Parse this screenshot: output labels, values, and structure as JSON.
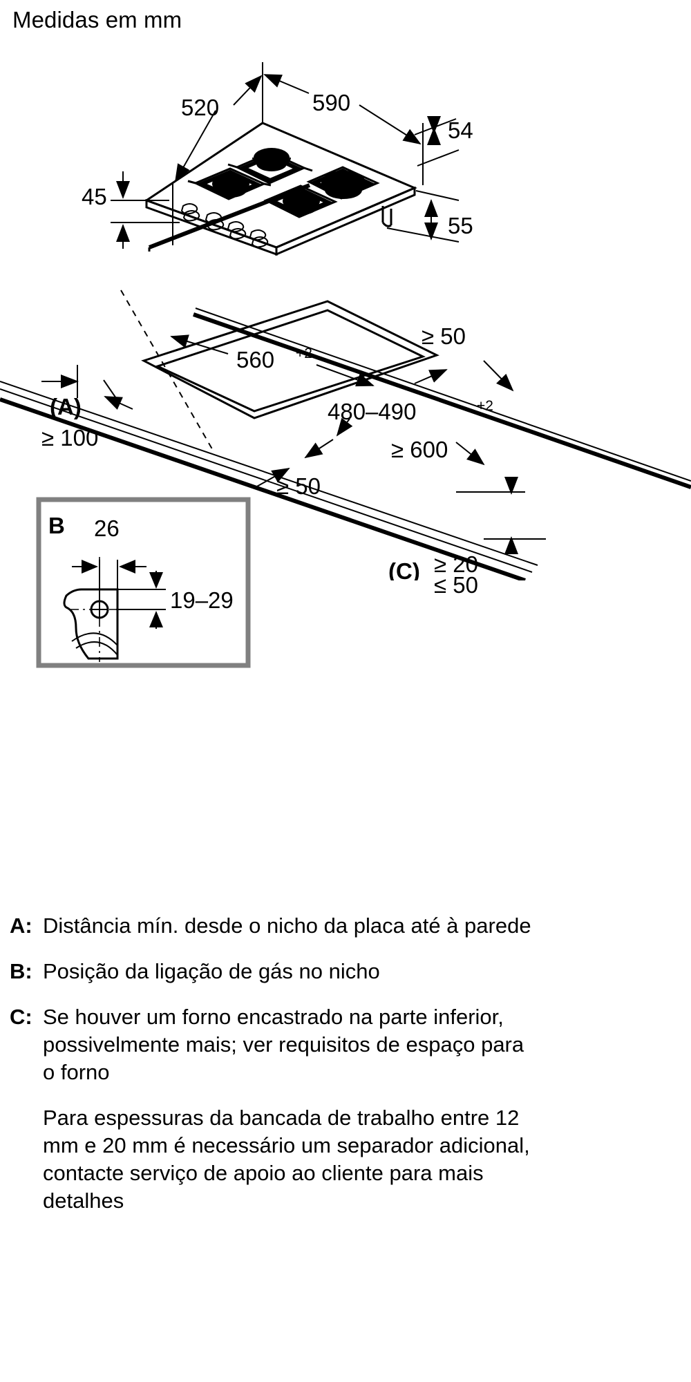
{
  "document": {
    "title": "Medidas em mm",
    "language": "pt-PT"
  },
  "hob_diagram": {
    "label": "gas-hob-isometric-view",
    "dimensions": {
      "width_top": "520",
      "width_total": "590",
      "depth_offset": "54",
      "height_front": "45",
      "height_body": "55"
    }
  },
  "worktop_diagram": {
    "label": "worktop-cutout-isometric-view",
    "dimensions": {
      "cutout_width": "560",
      "cutout_width_sup": "+2",
      "cutout_depth": "480–490",
      "cutout_depth_sup": "+2",
      "rear_clearance": "≥ 50",
      "side_clearance_left": "≥ 50",
      "wall_distance_label": "(A)",
      "wall_distance_value": "≥ 100",
      "depth_below": "≥ 600",
      "below_label": "(C)",
      "below_min": "≥ 20",
      "below_max": "≤ 50"
    }
  },
  "inset_b": {
    "label_letter": "B",
    "dimensions": {
      "horizontal": "26",
      "vertical": "19–29"
    }
  },
  "legend": [
    {
      "key": "A:",
      "text": "Distância mín. desde o nicho da placa até à parede"
    },
    {
      "key": "B:",
      "text": "Posição da ligação de gás no nicho"
    },
    {
      "key": "C:",
      "text": "Se houver um forno encastrado na parte inferior, possivelmente mais; ver requisitos de espaço para o forno"
    }
  ],
  "footnote": "Para espessuras da bancada de trabalho entre 12 mm e 20 mm é necessário um separador adicional, contacte serviço de apoio ao cliente para mais detalhes",
  "colors": {
    "line": "#000000",
    "inset_frame": "#808080",
    "background": "#ffffff"
  }
}
